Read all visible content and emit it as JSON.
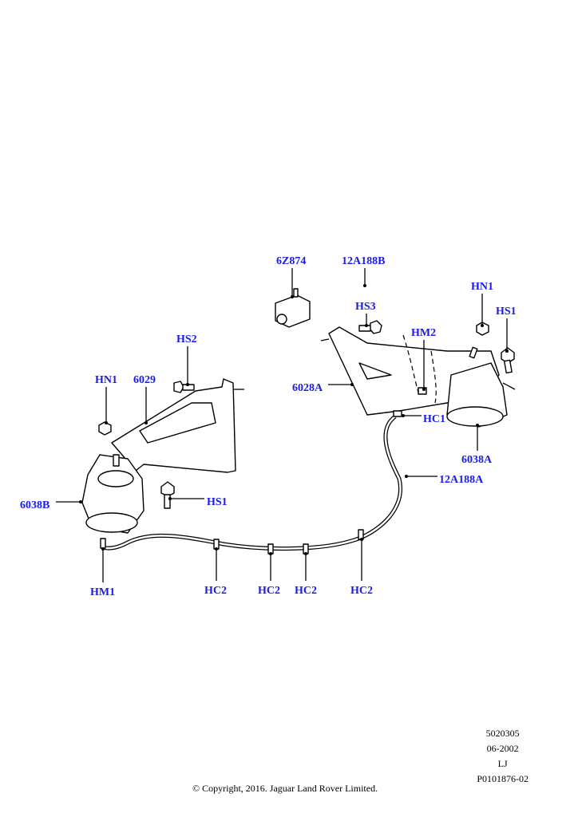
{
  "labels": {
    "6Z874": "6Z874",
    "12A188B": "12A188B",
    "HN1_right": "HN1",
    "HS1_right": "HS1",
    "HS3": "HS3",
    "HM2": "HM2",
    "6028A": "6028A",
    "HC1": "HC1",
    "6038A": "6038A",
    "12A188A": "12A188A",
    "HS2": "HS2",
    "HN1_left": "HN1",
    "6029": "6029",
    "6038B": "6038B",
    "HS1_left": "HS1",
    "HM1": "HM1",
    "HC2_a": "HC2",
    "HC2_b": "HC2",
    "HC2_c": "HC2",
    "HC2_d": "HC2"
  },
  "meta": {
    "code": "5020305",
    "date": "06-2002",
    "initials": "LJ",
    "ref": "P0101876-02"
  },
  "copyright": "© Copyright, 2016. Jaguar Land Rover Limited."
}
